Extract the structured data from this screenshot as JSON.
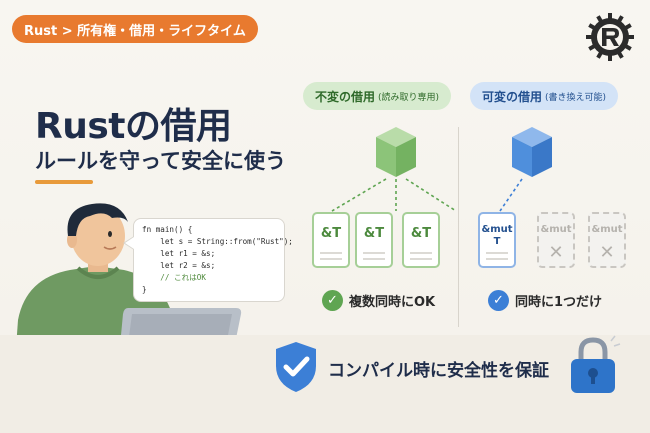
{
  "header": {
    "breadcrumb": "Rust > 所有権・借用・ライフタイム",
    "brand_color": "#e87a2f"
  },
  "hero": {
    "title": "Rustの借用",
    "subtitle": "ルールを守って安全に使う",
    "accent_color": "#e89a3a"
  },
  "code": {
    "lines": [
      "fn main() {",
      "    let s = String::from(\"Rust\");",
      "    let r1 = &s;",
      "    let r2 = &s;",
      "    // これはOK",
      "}"
    ]
  },
  "immutable_borrow": {
    "label": "不変の借用",
    "sublabel": "(読み取り専用)",
    "ref_label": "&T",
    "ref_count": 3,
    "check_text": "複数同時にOK",
    "color": "#5fa552"
  },
  "mutable_borrow": {
    "label": "可変の借用",
    "sublabel": "(書き換え可能)",
    "ref_label_1": "&mut",
    "ref_label_2": "T",
    "blocked_label": "&mut",
    "blocked_mark": "✕",
    "check_text": "同時に1つだけ",
    "color": "#3c7fd6"
  },
  "footer": {
    "text": "コンパイル時に安全性を保証",
    "shield_color": "#3c7fd6",
    "lock_color": "#2e74c9"
  },
  "icons": [
    "rust-logo-icon",
    "shield-check-icon",
    "padlock-icon",
    "check-icon",
    "code-icon",
    "cube-icon"
  ]
}
